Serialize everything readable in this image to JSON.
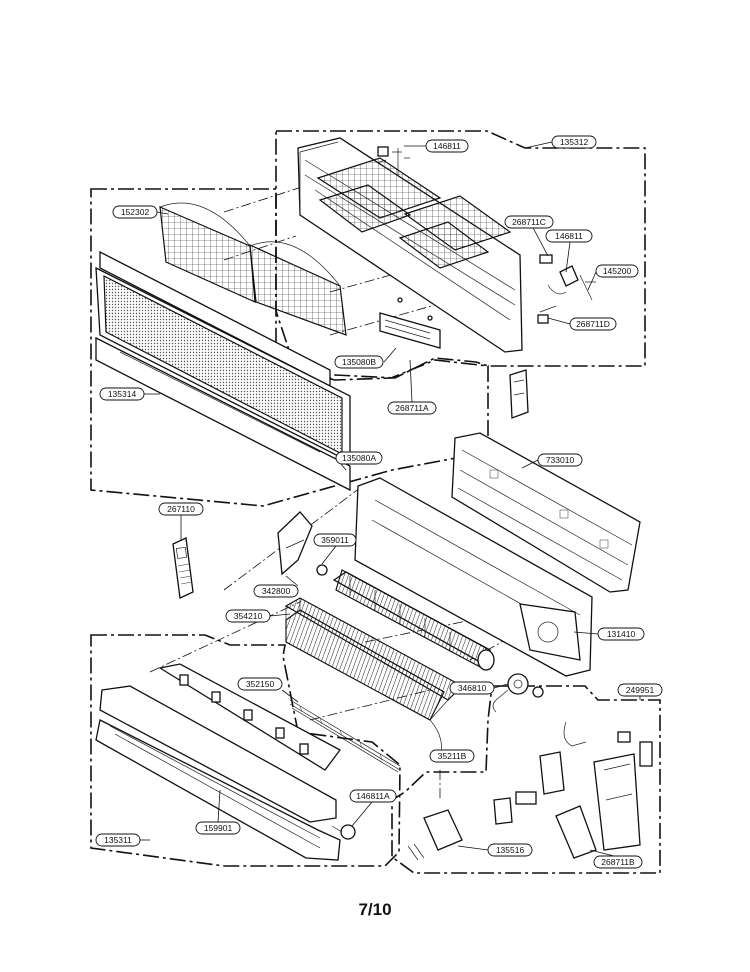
{
  "labels": {
    "l135312": "135312",
    "l146811a": "146811",
    "l268711c": "268711C",
    "l146811b": "146811",
    "l145200": "145200",
    "l268711d": "268711D",
    "l152302": "152302",
    "l135080b": "135080B",
    "l268711a": "268711A",
    "l135314": "135314",
    "l135080a": "135080A",
    "l733010": "733010",
    "l267110": "267110",
    "l359011": "359011",
    "l342800": "342800",
    "l354210": "354210",
    "l131410": "131410",
    "l352150": "352150",
    "l346810": "346810",
    "l249951": "249951",
    "l35211b": "35211B",
    "l146811c": "146811A",
    "l135311": "135311",
    "l159901": "159901",
    "l135516": "135516",
    "l268711b": "268711B"
  },
  "page_number": "7/10"
}
